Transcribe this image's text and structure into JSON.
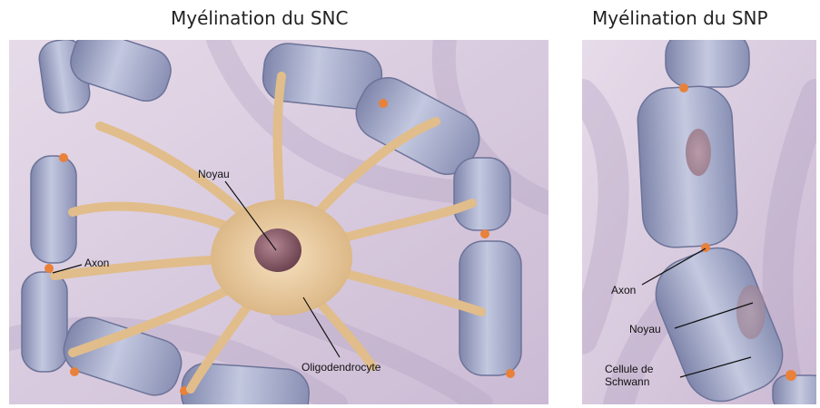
{
  "titles": {
    "snc": "Myélination du SNC",
    "snp": "Myélination du SNP"
  },
  "snc_labels": {
    "noyau": "Noyau",
    "axon": "Axon",
    "oligodendrocyte": "Oligodendrocyte"
  },
  "snp_labels": {
    "axon": "Axon",
    "noyau": "Noyau",
    "schwann_line1": "Cellule de",
    "schwann_line2": "Schwann"
  },
  "colors": {
    "background": "#d9cbe0",
    "myelin": "#a9b0cf",
    "myelin_dark": "#7d84a8",
    "oligodendrocyte": "#e8c79a",
    "nucleus": "#8a5a67",
    "node": "#e9813a"
  }
}
